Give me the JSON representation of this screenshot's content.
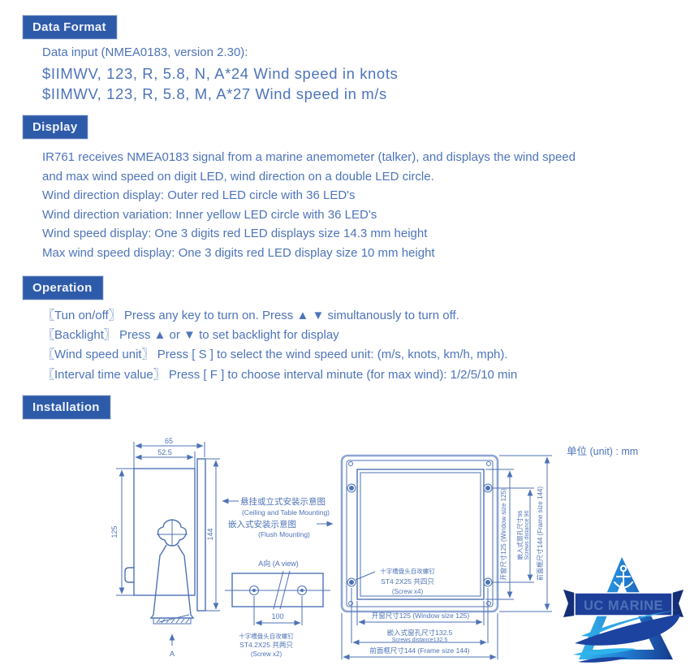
{
  "data_format": {
    "title": "Data Format",
    "line_input": "Data input (NMEA0183, version 2.30):",
    "line_knots": "$IIMWV, 123, R, 5.8, N, A*24  Wind speed in knots",
    "line_ms": "$IIMWV, 123, R, 5.8, M, A*27  Wind speed in m/s"
  },
  "display": {
    "title": "Display",
    "lines": [
      "IR761 receives NMEA0183 signal from a marine anemometer (talker), and displays the wind speed",
      "and max wind speed on digit LED, wind direction on a double LED circle.",
      "Wind direction display: Outer red LED circle with 36 LED's",
      "Wind direction variation: Inner yellow LED circle with 36 LED's",
      "Wind speed display: One 3 digits red LED displays size 14.3 mm height",
      "Max wind speed display: One 3 digits red LED display size 10 mm height"
    ]
  },
  "operation": {
    "title": "Operation",
    "lines": [
      "〖Tun on/off〗  Press any key to turn on. Press ▲ ▼ simultanously to turn off.",
      "〖Backlight〗 Press ▲ or ▼ to set backlight for display",
      "〖Wind speed unit〗 Press [ S ]  to select the wind speed unit: (m/s, knots, km/h, mph).",
      "〖Interval time value〗  Press [ F ] to choose interval minute (for max wind): 1/2/5/10 min"
    ]
  },
  "installation": {
    "title": "Installation",
    "unit_note": "单位 (unit) : mm",
    "side_view": {
      "dim_depth": "65",
      "dim_body_depth": "52.5",
      "dim_body_height": "125",
      "dim_frame_height": "144",
      "view_arrow": "A"
    },
    "mounting": {
      "ceiling_cn": "悬挂或立式安装示意图",
      "ceiling_en": "(Ceiling and Table Mounting)",
      "flush_cn": "嵌入式安装示意图",
      "flush_en": "(Flush Mounting)"
    },
    "a_view": {
      "title": "A向 (A view)",
      "dim_holes": "100",
      "screw_cn": "十字槽盘头自攻螺钉",
      "screw_spec": "ST4.2X25 共两只",
      "screw_en": "(Screw x2)"
    },
    "front_view": {
      "screw_cn": "十字槽盘头自攻螺钉",
      "screw_spec": "ST4 2X25 共四只",
      "screw_en": "(Screw x4)",
      "dim_window_h": "开窗尺寸125 (Window size 125)",
      "dim_screws_h_cn": "嵌入式窗孔尺寸132.5",
      "dim_screws_h_en": "Screws distance132.5",
      "dim_frame_h": "前面框尺寸144 (Frame size 144)",
      "dim_window_v": "开窗尺寸125 (Window size 125)",
      "dim_screws_v_cn": "嵌入式窗孔尺寸96",
      "dim_screws_v_en": "Screws distance 96",
      "dim_frame_v": "前面框尺寸144 (Frame size 144)"
    }
  },
  "logo": {
    "text": "UC MARINE"
  }
}
